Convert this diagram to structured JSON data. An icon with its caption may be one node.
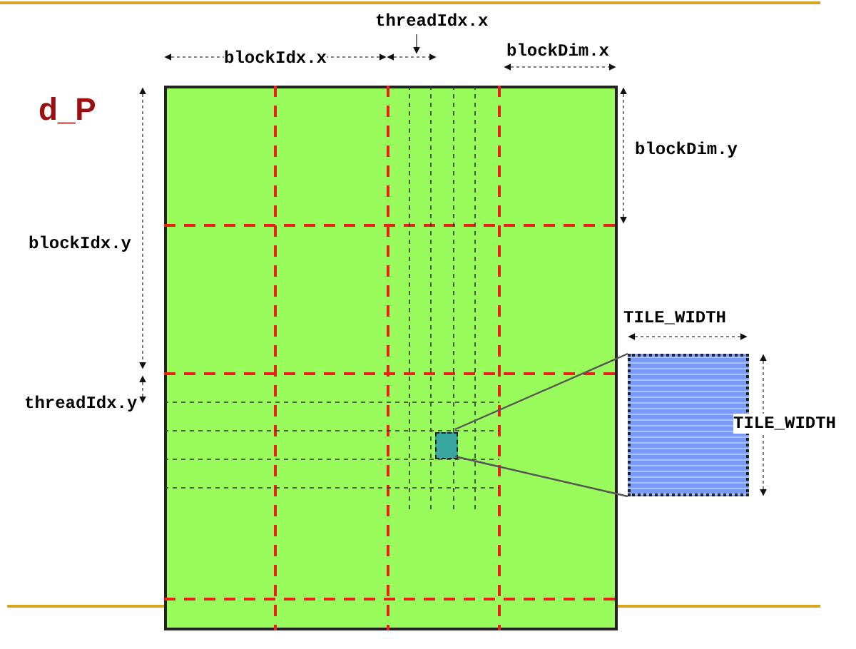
{
  "diagram": {
    "nodes": [
      {
        "text": [
          "d_P"
        ]
      },
      {
        "text": [],
        "shape": "box",
        "in": 0
      },
      {
        "text": [],
        "shape": "box"
      }
    ],
    "edges": [
      {
        "from": 1,
        "to": 2,
        "arrow": "none"
      },
      {
        "from": 1,
        "to": 2,
        "arrow": "none"
      }
    ],
    "labels": [
      "threadIdx.x",
      "blockIdx.x",
      "blockDim.x",
      "blockDim.y",
      "blockIdx.y",
      "TILE_WIDTH",
      "threadIdx.y",
      "TILE_WIDTH"
    ]
  }
}
